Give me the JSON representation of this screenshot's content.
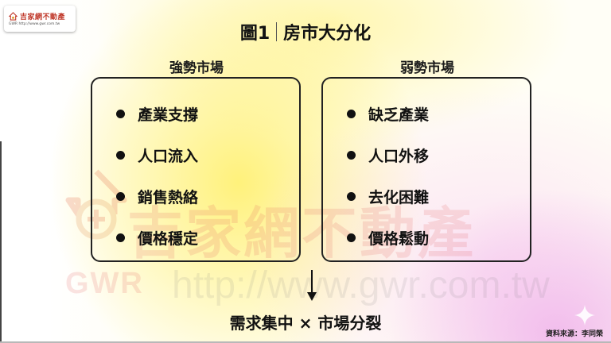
{
  "logo": {
    "name": "吉家網不動產",
    "url": "GWR http://www.gwr.com.tw"
  },
  "watermark": {
    "brand": "吉家網不動產",
    "abbr": "GWR",
    "url": "http://www.gwr.com.tw"
  },
  "title": {
    "figure": "圖1",
    "text": "房市大分化"
  },
  "columns": [
    {
      "heading": "強勢市場",
      "items": [
        "產業支撐",
        "人口流入",
        "銷售熱絡",
        "價格穩定"
      ]
    },
    {
      "heading": "弱勢市場",
      "items": [
        "缺乏產業",
        "人口外移",
        "去化困難",
        "價格鬆動"
      ]
    }
  ],
  "conclusion": "需求集中 × 市場分裂",
  "source": "資料來源：李同榮",
  "colors": {
    "accent_yellow": "#fff06e",
    "accent_pink": "#f0b4eb",
    "text": "#111111",
    "watermark_red": "#e15a5a"
  }
}
